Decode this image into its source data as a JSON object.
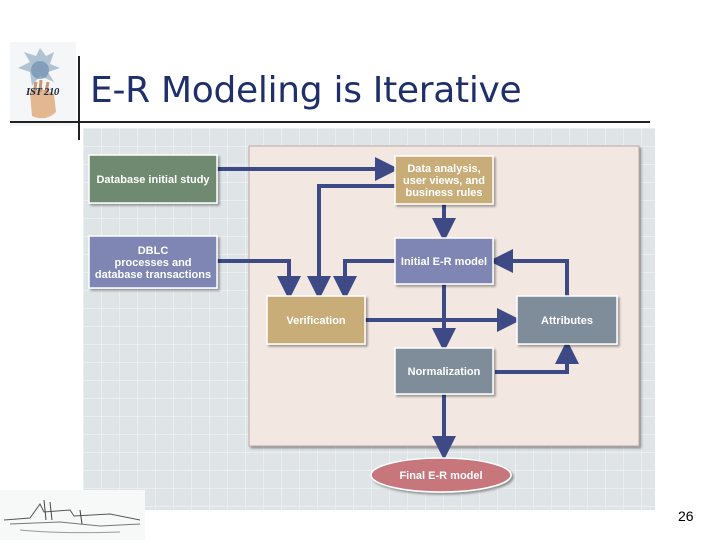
{
  "slide": {
    "title": "E-R Modeling is Iterative",
    "logo_text": "IST 210",
    "page_number": "26"
  },
  "diagram": {
    "nodes": [
      {
        "id": "db_initial_study",
        "lines": [
          "Database initial study"
        ],
        "color": "#6f8a72"
      },
      {
        "id": "dblc",
        "lines": [
          "DBLC",
          "processes and",
          "database transactions"
        ],
        "color": "#7f86b4"
      },
      {
        "id": "data_analysis",
        "lines": [
          "Data analysis,",
          "user views, and",
          "business rules"
        ],
        "color": "#c9ad78"
      },
      {
        "id": "initial_er",
        "lines": [
          "Initial E-R model"
        ],
        "color": "#7f86b4"
      },
      {
        "id": "verification",
        "lines": [
          "Verification"
        ],
        "color": "#c9ad78"
      },
      {
        "id": "attributes",
        "lines": [
          "Attributes"
        ],
        "color": "#7e8d99"
      },
      {
        "id": "normalization",
        "lines": [
          "Normalization"
        ],
        "color": "#7e8d99"
      },
      {
        "id": "final_er",
        "lines": [
          "Final E-R model"
        ],
        "color": "#c7767c"
      }
    ],
    "colors": {
      "arrow": "#3d4a86",
      "panel": "#f3e7e1",
      "grid_background": "#dfe4e7"
    }
  }
}
